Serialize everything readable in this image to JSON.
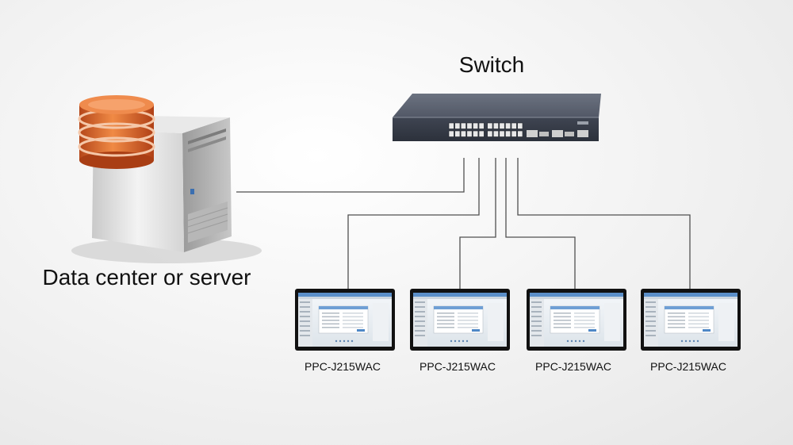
{
  "switch": {
    "label": "Switch"
  },
  "server": {
    "label": "Data center or server"
  },
  "devices": [
    {
      "label": "PPC-J215WAC"
    },
    {
      "label": "PPC-J215WAC"
    },
    {
      "label": "PPC-J215WAC"
    },
    {
      "label": "PPC-J215WAC"
    }
  ],
  "colors": {
    "line": "#505050",
    "disk": "#d9642a",
    "switch_body": "#4a5060",
    "bezel": "#111111",
    "screen": "#eef2f6"
  }
}
